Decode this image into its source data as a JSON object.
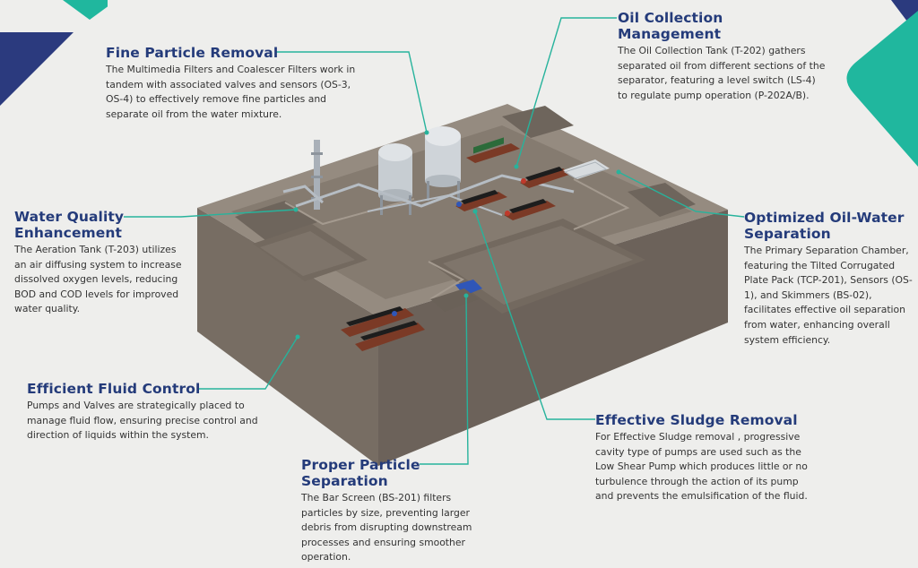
{
  "colors": {
    "heading": "#243b7a",
    "leader": "#27b39c",
    "accent_teal": "#20b79e",
    "accent_navy": "#2b3a7e",
    "concrete_top": "#8f857b",
    "concrete_side": "#7a7066"
  },
  "callouts": {
    "fine_particle": {
      "title": "Fine Particle Removal",
      "text": "The Multimedia Filters and Coalescer Filters work in tandem with associated valves and sensors (OS-3, OS-4) to effectively remove fine particles and separate oil from the water mixture."
    },
    "oil_collection": {
      "title": "Oil Collection Management",
      "text": "The Oil Collection Tank (T-202) gathers separated oil from different sections of the separator, featuring a level switch (LS-4) to regulate pump operation (P-202A/B)."
    },
    "water_quality": {
      "title": "Water Quality Enhancement",
      "text": "The Aeration Tank (T-203) utilizes an air diffusing system to increase dissolved oxygen levels, reducing BOD and COD levels for improved water quality."
    },
    "optimized": {
      "title": "Optimized Oil-Water Separation",
      "text": "The Primary Separation Chamber, featuring the Tilted Corrugated Plate Pack (TCP-201), Sensors (OS-1), and Skimmers (BS-02), facilitates effective oil separation from water, enhancing overall system efficiency."
    },
    "fluid_control": {
      "title": "Efficient Fluid Control",
      "text": "Pumps and Valves are strategically placed to manage fluid flow, ensuring precise control and direction of liquids within the system."
    },
    "sludge": {
      "title": "Effective Sludge Removal",
      "text": "For Effective Sludge removal , progressive cavity type of pumps are used such as the Low Shear Pump which produces little or no turbulence through the action of its pump and prevents the emulsification of the fluid."
    },
    "proper_particle": {
      "title": "Proper Particle Separation",
      "text": "The Bar Screen (BS-201) filters particles by size, preventing larger debris from disrupting downstream processes and ensuring smoother operation."
    }
  }
}
